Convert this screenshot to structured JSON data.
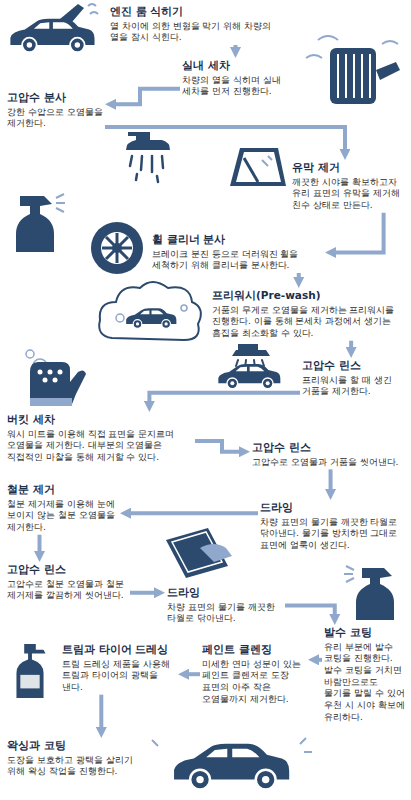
{
  "diagram": {
    "nodes": [
      {
        "text": [
          "엔진 룸 식히기",
          "열 차이에 의한 변형을 막기 위해 차량의 열을 잠시 식힌다."
        ]
      },
      {
        "text": [
          "실내 세차",
          "차량의 열을 식히며 실내 세차를 먼저 진행한다."
        ]
      },
      {
        "text": [
          "고압수 분사",
          "강한 수압으로 오염물을 제거한다."
        ]
      },
      {
        "text": [
          "유막 제거",
          "깨끗한 시야를 확보하고자 유리 표면의 유막을 제거해 친수 상태로 만든다."
        ]
      },
      {
        "text": [
          "휠 클리너 분사",
          "브레이크 분진 등으로 더러워진 휠을 세척하기 위해 클리너를 분사한다."
        ]
      },
      {
        "text": [
          "프리워시(Pre-wash)",
          "거품의 무게로 오염물을 제거하는 프리워시를 진행한다. 이를 통해 본세차 과정에서 생기는 흠집을 최소화할 수 있다."
        ]
      },
      {
        "text": [
          "고압수 린스",
          "프리워시를 할 때 생긴 거품을 제거한다."
        ]
      },
      {
        "text": [
          "버킷 세차",
          "워시 미트를 이용해 직접 표면을 문지르며 오염물을 제거한다. 대부분의 오염물은 직접적인 마찰을 통해 제거할 수 있다."
        ]
      },
      {
        "text": [
          "고압수 린스",
          "고압수로 오염물과 거품을 씻어낸다."
        ]
      },
      {
        "text": [
          "드라잉",
          "차량 표면의 물기를 깨끗한 타월로 닦아낸다. 물기를 방치하면 그대로 표면에 얼룩이 생긴다."
        ]
      },
      {
        "text": [
          "철분 제거",
          "철분 제거제를 이용해 눈에 보이지 않는 철분 오염물을 제거한다."
        ]
      },
      {
        "text": [
          "고압수 린스",
          "고압수로 철분 오염물과 철분 제거제를 깔끔하게 씻어낸다."
        ]
      },
      {
        "text": [
          "드라잉",
          "차량 표면의 물기를 깨끗한 타월로 닦아낸다."
        ]
      },
      {
        "text": [
          "발수 코팅",
          "유리 부분에 발수 코팅을 진행한다. 발수 코팅을 거치면 바람만으로도 물기를 말릴 수 있어 우천 시 시야 확보에 유리하다."
        ]
      },
      {
        "text": [
          "페인트 클렌징",
          "미세한 연마 성분이 있는 페인트 클렌저로 도장 표면의 아주 작은 오염물까지 제거한다."
        ]
      },
      {
        "text": [
          "트림과 타이어 드레싱",
          "트림 드레싱 제품을 사용해 트림과 타이어의 광택을 낸다."
        ]
      },
      {
        "text": [
          "왁싱과 코팅",
          "도장을 보호하고 광택을 살리기 위해 왁싱 작업을 진행한다."
        ]
      }
    ],
    "edges": [
      {
        "from": 0,
        "to": 1,
        "arrow": "to"
      },
      {
        "from": 1,
        "to": 2,
        "arrow": "to"
      },
      {
        "from": 2,
        "to": 3,
        "arrow": "to"
      },
      {
        "from": 3,
        "to": 4,
        "arrow": "to"
      },
      {
        "from": 4,
        "to": 5,
        "arrow": "to"
      },
      {
        "from": 5,
        "to": 6,
        "arrow": "to"
      },
      {
        "from": 6,
        "to": 7,
        "arrow": "to"
      },
      {
        "from": 7,
        "to": 8,
        "arrow": "to"
      },
      {
        "from": 8,
        "to": 9,
        "arrow": "to"
      },
      {
        "from": 9,
        "to": 10,
        "arrow": "to"
      },
      {
        "from": 10,
        "to": 11,
        "arrow": "to"
      },
      {
        "from": 11,
        "to": 12,
        "arrow": "to"
      },
      {
        "from": 12,
        "to": 13,
        "arrow": "to"
      },
      {
        "from": 13,
        "to": 14,
        "arrow": "to"
      },
      {
        "from": 14,
        "to": 15,
        "arrow": "to"
      },
      {
        "from": 15,
        "to": 16,
        "arrow": "to"
      }
    ]
  }
}
